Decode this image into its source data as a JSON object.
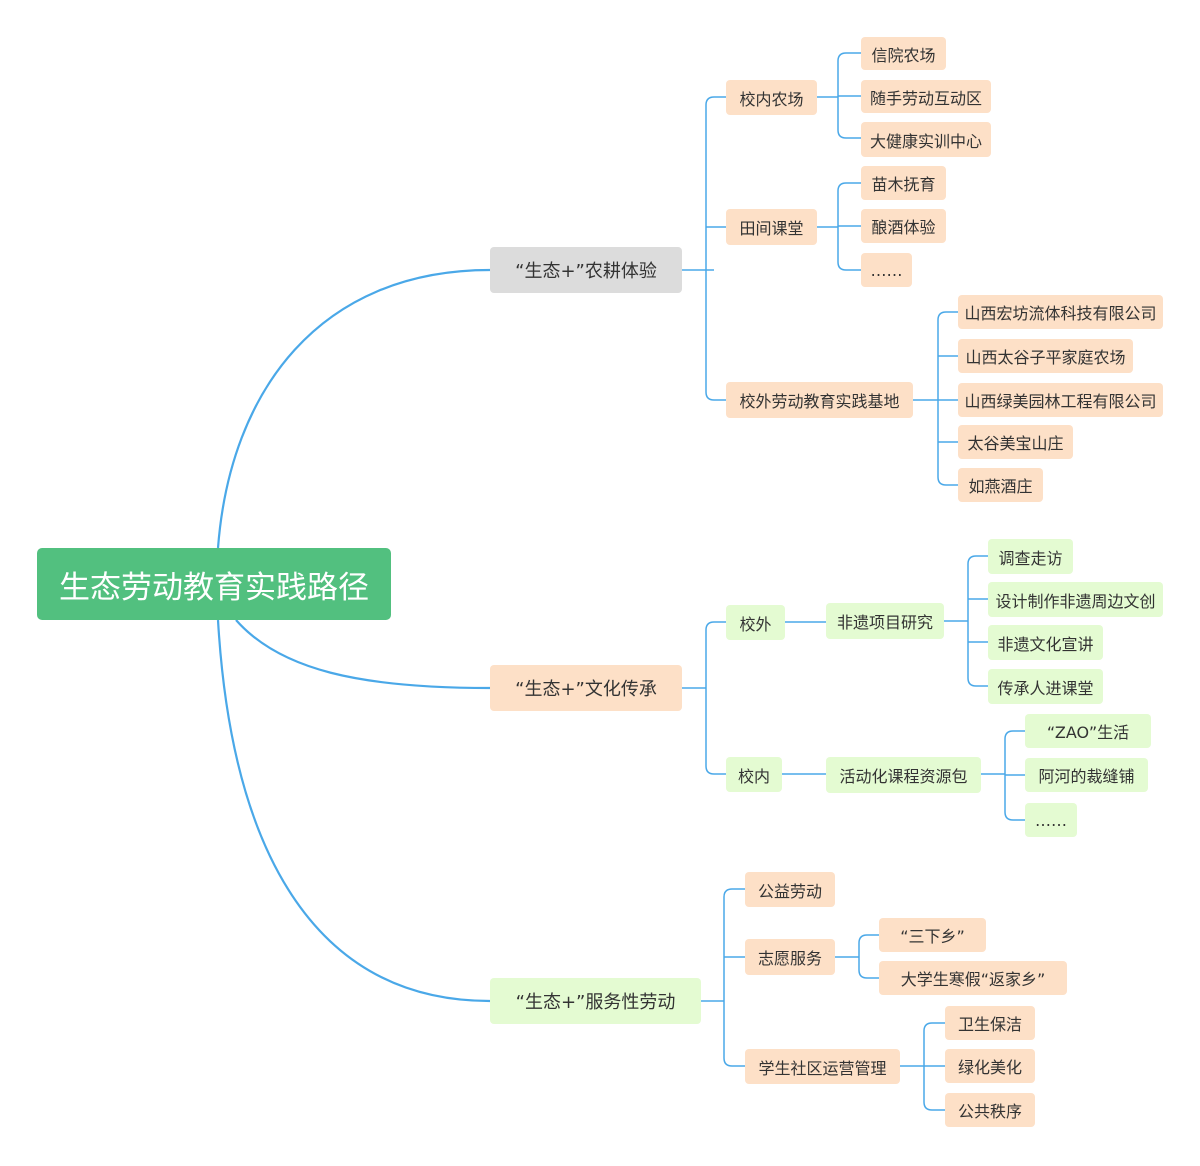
{
  "colors": {
    "root": "#52c07f",
    "grey_node": "#dcdcdc",
    "peach_node": "#fde0c7",
    "green_node": "#e4fbd2",
    "connector": "#4aa8e8"
  },
  "root": {
    "label": "生态劳动教育实践路径"
  },
  "branch_farming": {
    "label": "“生态+”农耕体验",
    "campus_farm": {
      "label": "校内农场",
      "items": [
        "信院农场",
        "随手劳动互动区",
        "大健康实训中心"
      ]
    },
    "field_class": {
      "label": "田间课堂",
      "items": [
        "苗木抚育",
        "酿酒体验",
        "……"
      ]
    },
    "offcampus_bases": {
      "label": "校外劳动教育实践基地",
      "items": [
        "山西宏坊流体科技有限公司",
        "山西太谷子平家庭农场",
        "山西绿美园林工程有限公司",
        "太谷美宝山庄",
        "如燕酒庄"
      ]
    }
  },
  "branch_culture": {
    "label": "“生态+”文化传承",
    "offcampus": {
      "label": "校外",
      "project": {
        "label": "非遗项目研究",
        "items": [
          "调查走访",
          "设计制作非遗周边文创",
          "非遗文化宣讲",
          "传承人进课堂"
        ]
      }
    },
    "oncampus": {
      "label": "校内",
      "package": {
        "label": "活动化课程资源包",
        "items": [
          "“ZAO”生活",
          "阿河的裁缝铺",
          "……"
        ]
      }
    }
  },
  "branch_service": {
    "label": "“生态+”服务性劳动",
    "public_welfare": {
      "label": "公益劳动"
    },
    "volunteer": {
      "label": "志愿服务",
      "items": [
        "“三下乡”",
        "大学生寒假“返家乡”"
      ]
    },
    "community": {
      "label": "学生社区运营管理",
      "items": [
        "卫生保洁",
        "绿化美化",
        "公共秩序"
      ]
    }
  }
}
